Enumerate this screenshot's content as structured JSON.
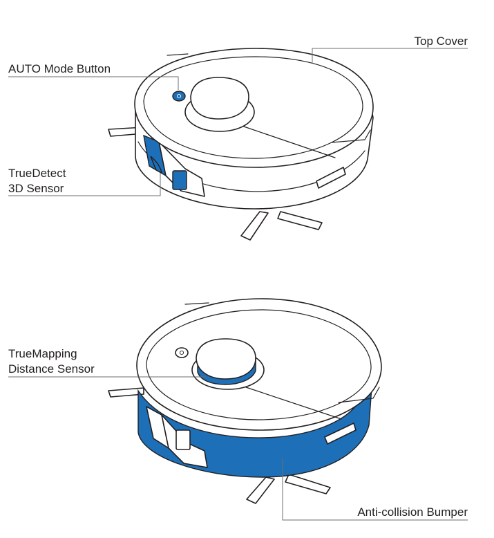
{
  "colors": {
    "accent": "#1d6fb8",
    "ink": "#231f20",
    "leader": "#6d6e71"
  },
  "labels": {
    "top_cover": "Top Cover",
    "auto_mode_button": "AUTO Mode Button",
    "truedetect_line1": "TrueDetect",
    "truedetect_line2": "3D Sensor",
    "truemapping_line1": "TrueMapping",
    "truemapping_line2": "Distance Sensor",
    "anti_collision_bumper": "Anti-collision Bumper"
  }
}
